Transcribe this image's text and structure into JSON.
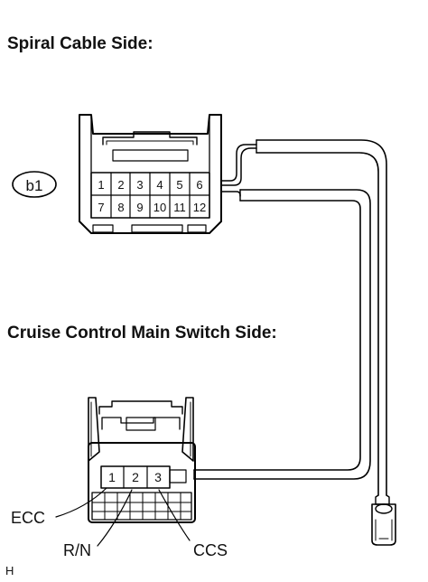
{
  "headings": {
    "spiral": "Spiral Cable Side:",
    "cruise": "Cruise Control Main Switch Side:"
  },
  "connector_b1": {
    "id_label": "b1",
    "pins_row1": [
      "1",
      "2",
      "3",
      "4",
      "5",
      "6"
    ],
    "pins_row2": [
      "7",
      "8",
      "9",
      "10",
      "11",
      "12"
    ]
  },
  "connector_switch": {
    "pins": [
      "1",
      "2",
      "3"
    ],
    "labels": {
      "ecc": "ECC",
      "rn": "R/N",
      "ccs": "CCS"
    }
  },
  "corner_mark": "H"
}
